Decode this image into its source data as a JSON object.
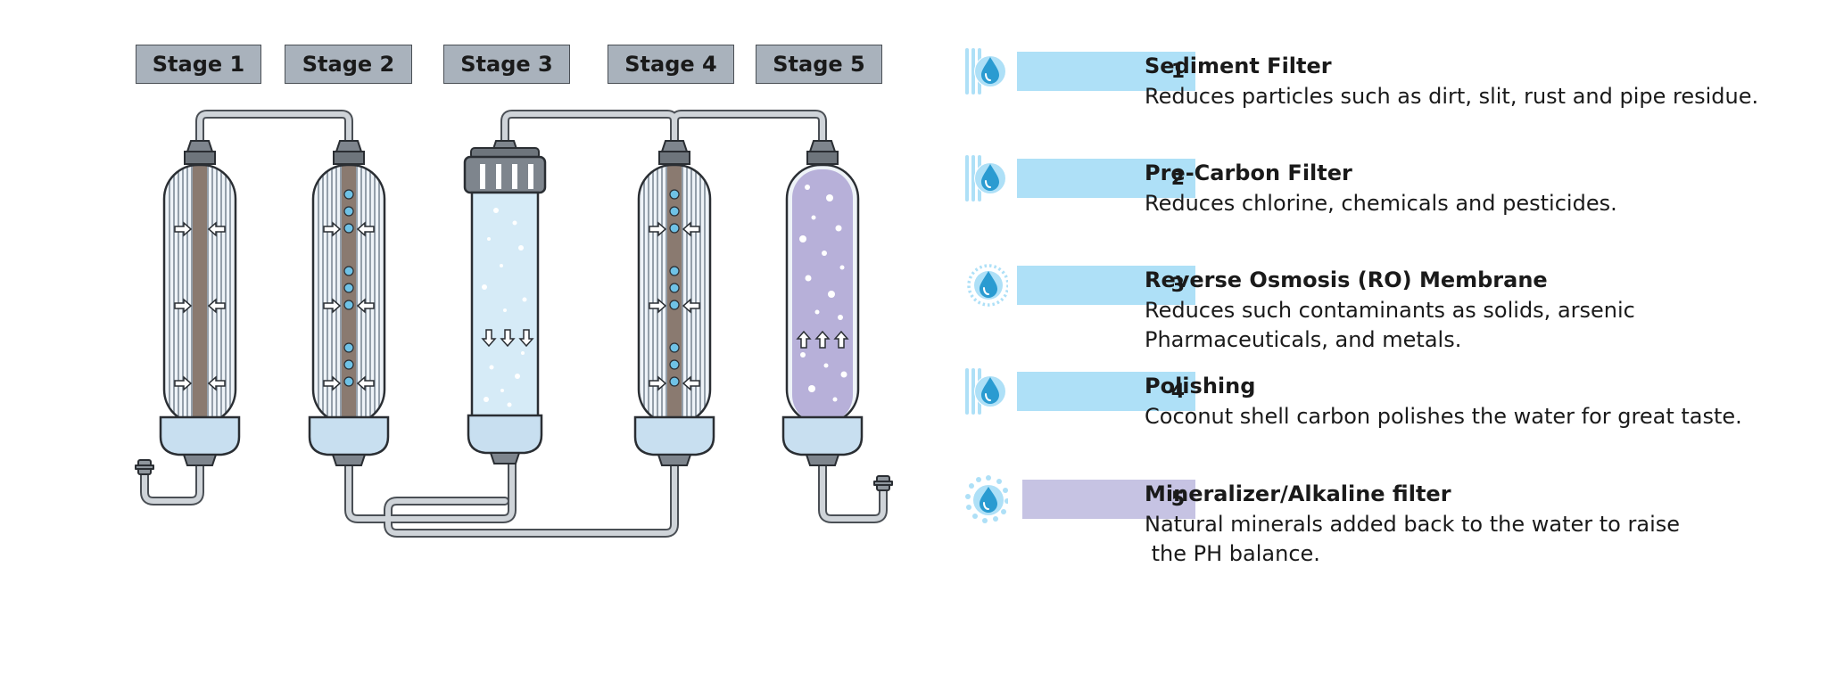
{
  "colors": {
    "label_bg": "#a9b2bc",
    "blue_bar": "#aee0f7",
    "purple_bar": "#c6c3e3",
    "drop": "#2a9bd1",
    "core_brown": "#8a7a70",
    "membrane_water": "#d6ebf7",
    "mineral_fill": "#b7b0d9",
    "cap_gray": "#7e858d"
  },
  "stages": [
    {
      "label": "Stage 1"
    },
    {
      "label": "Stage 2"
    },
    {
      "label": "Stage 3"
    },
    {
      "label": "Stage 4"
    },
    {
      "label": "Stage 5"
    }
  ],
  "legend": [
    {
      "number": "1",
      "title": "Sediment Filter",
      "desc": [
        "Reduces particles such as dirt, slit, rust and pipe residue."
      ],
      "icon": "water-drop-striped-icon",
      "bar_color": "#aee0f7"
    },
    {
      "number": "2",
      "title": "Pre-Carbon Filter",
      "desc": [
        "Reduces chlorine, chemicals and pesticides."
      ],
      "icon": "water-drop-striped-icon",
      "bar_color": "#aee0f7"
    },
    {
      "number": "3",
      "title": "Reverse Osmosis (RO) Membrane",
      "desc": [
        "Reduces such contaminants as solids, arsenic",
        "Pharmaceuticals, and metals."
      ],
      "icon": "water-drop-dotted-ring-icon",
      "bar_color": "#aee0f7"
    },
    {
      "number": "4",
      "title": "Polishing",
      "desc": [
        "Coconut shell carbon polishes the water for great taste."
      ],
      "icon": "water-drop-striped-icon",
      "bar_color": "#aee0f7"
    },
    {
      "number": "5",
      "title": "Mineralizer/Alkaline filter",
      "desc": [
        "Natural minerals added back to the water to raise",
        " the PH balance."
      ],
      "icon": "water-drop-mineral-icon",
      "bar_color": "#c6c3e3"
    }
  ]
}
